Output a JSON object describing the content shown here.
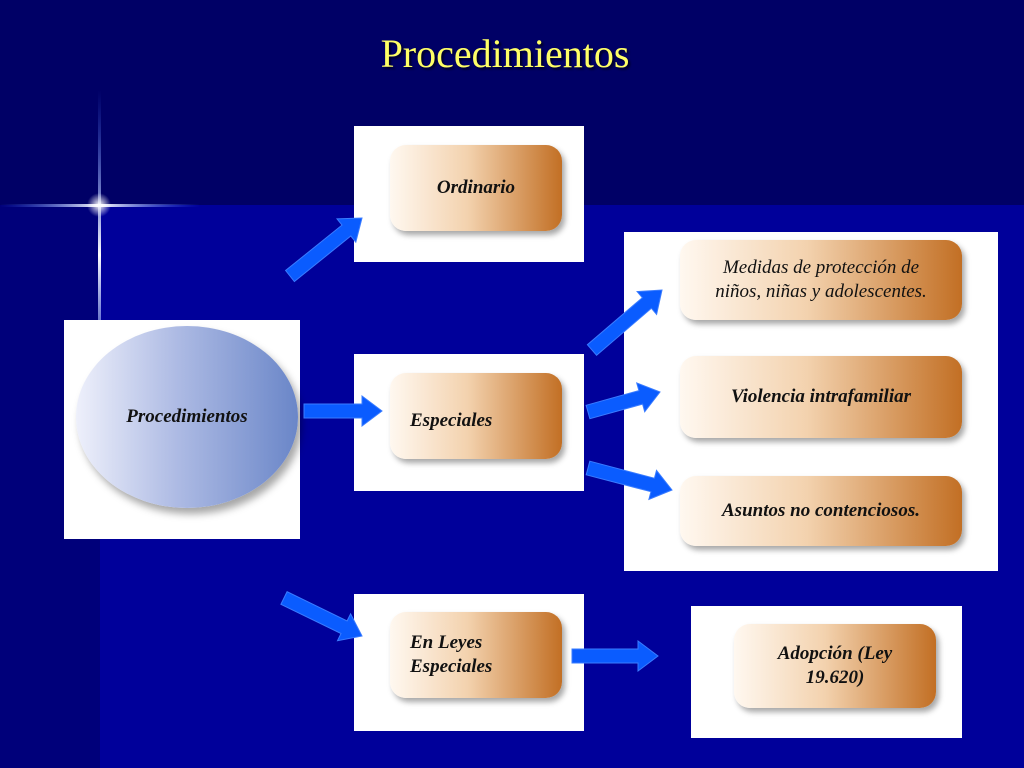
{
  "title": "Procedimientos",
  "root": {
    "label": "Procedimientos"
  },
  "branches": {
    "ordinario": "Ordinario",
    "especiales": "Especiales",
    "en_leyes_especiales": "En Leyes Especiales"
  },
  "especiales_items": {
    "medidas": "Medidas de protección de niños, niñas y adolescentes.",
    "violencia": "Violencia intrafamiliar",
    "asuntos": "Asuntos no contenciosos."
  },
  "leyes_items": {
    "adopcion": "Adopción (Ley 19.620)"
  },
  "colors": {
    "background": "#000066",
    "title": "#ffff66",
    "arrow": "#0a5cff",
    "pill_accent": "#c26f24",
    "ellipse_accent": "#6a86c8"
  }
}
